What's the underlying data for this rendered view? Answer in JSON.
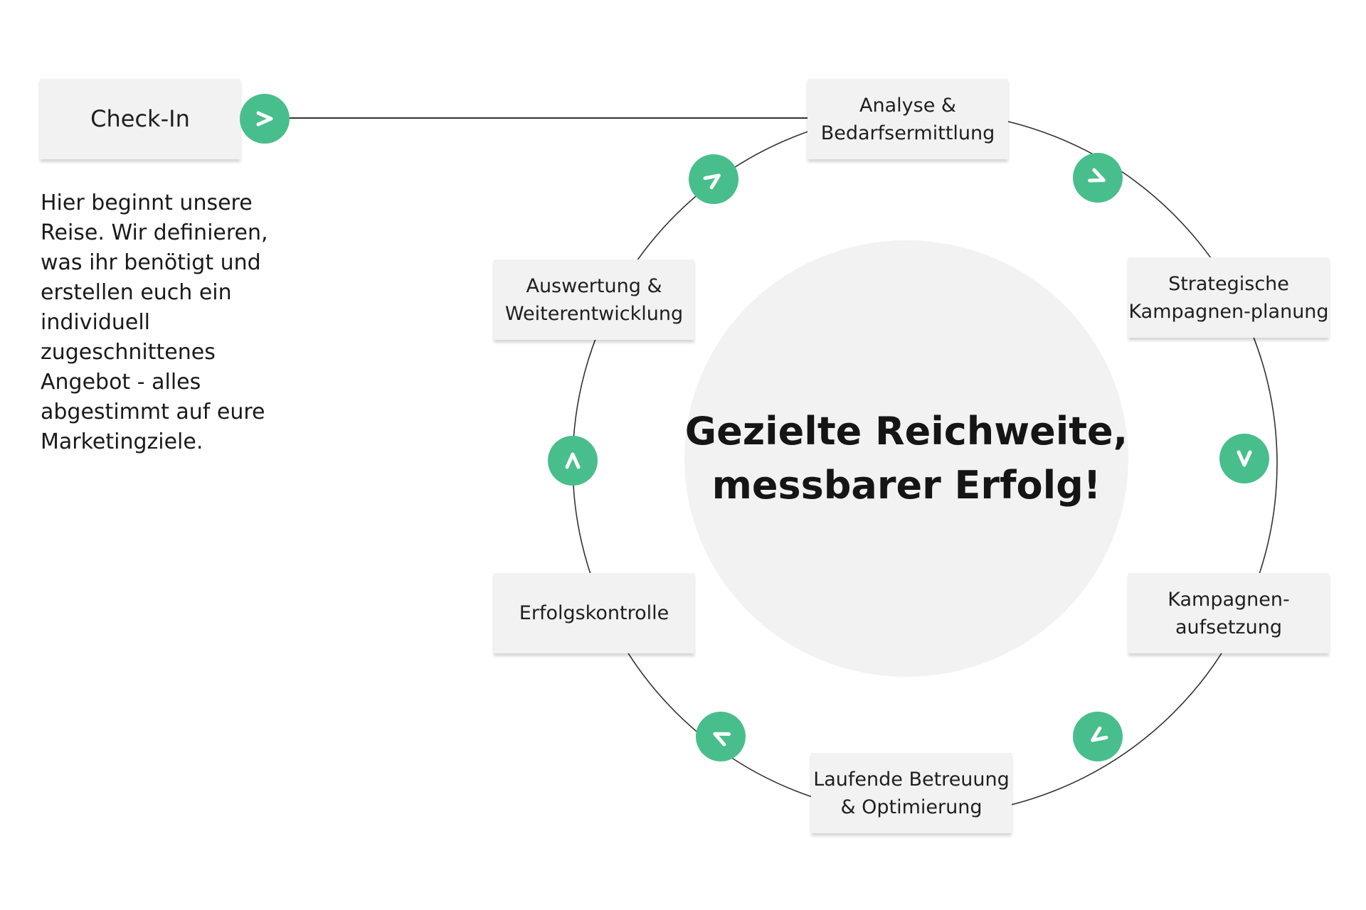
{
  "checkin": {
    "label": "Check-In",
    "description": "Hier beginnt unsere Reise. Wir definieren, was ihr benötigt und erstellen euch ein individuell zugeschnittenes Angebot - alles abgestimmt auf eure Marketingziele."
  },
  "center": {
    "line1": "Gezielte Reichweite,",
    "line2": "messbarer Erfolg!"
  },
  "steps": [
    {
      "label": "Analyse &\nBedarfsermittlung"
    },
    {
      "label": "Strategische\nKampagnen-planung"
    },
    {
      "label": "Kampagnen-\naufsetzung"
    },
    {
      "label": "Laufende Betreuung\n& Optimierung"
    },
    {
      "label": "Erfolgskontrolle"
    },
    {
      "label": "Auswertung &\nWeiterentwicklung"
    }
  ],
  "colors": {
    "accent": "#48be8c",
    "box_background": "#f2f2f2",
    "connector_line": "#333333"
  },
  "icons": {
    "checkin_arrow": "chevron-right-icon",
    "cycle_arrows": "chevron-icon"
  }
}
